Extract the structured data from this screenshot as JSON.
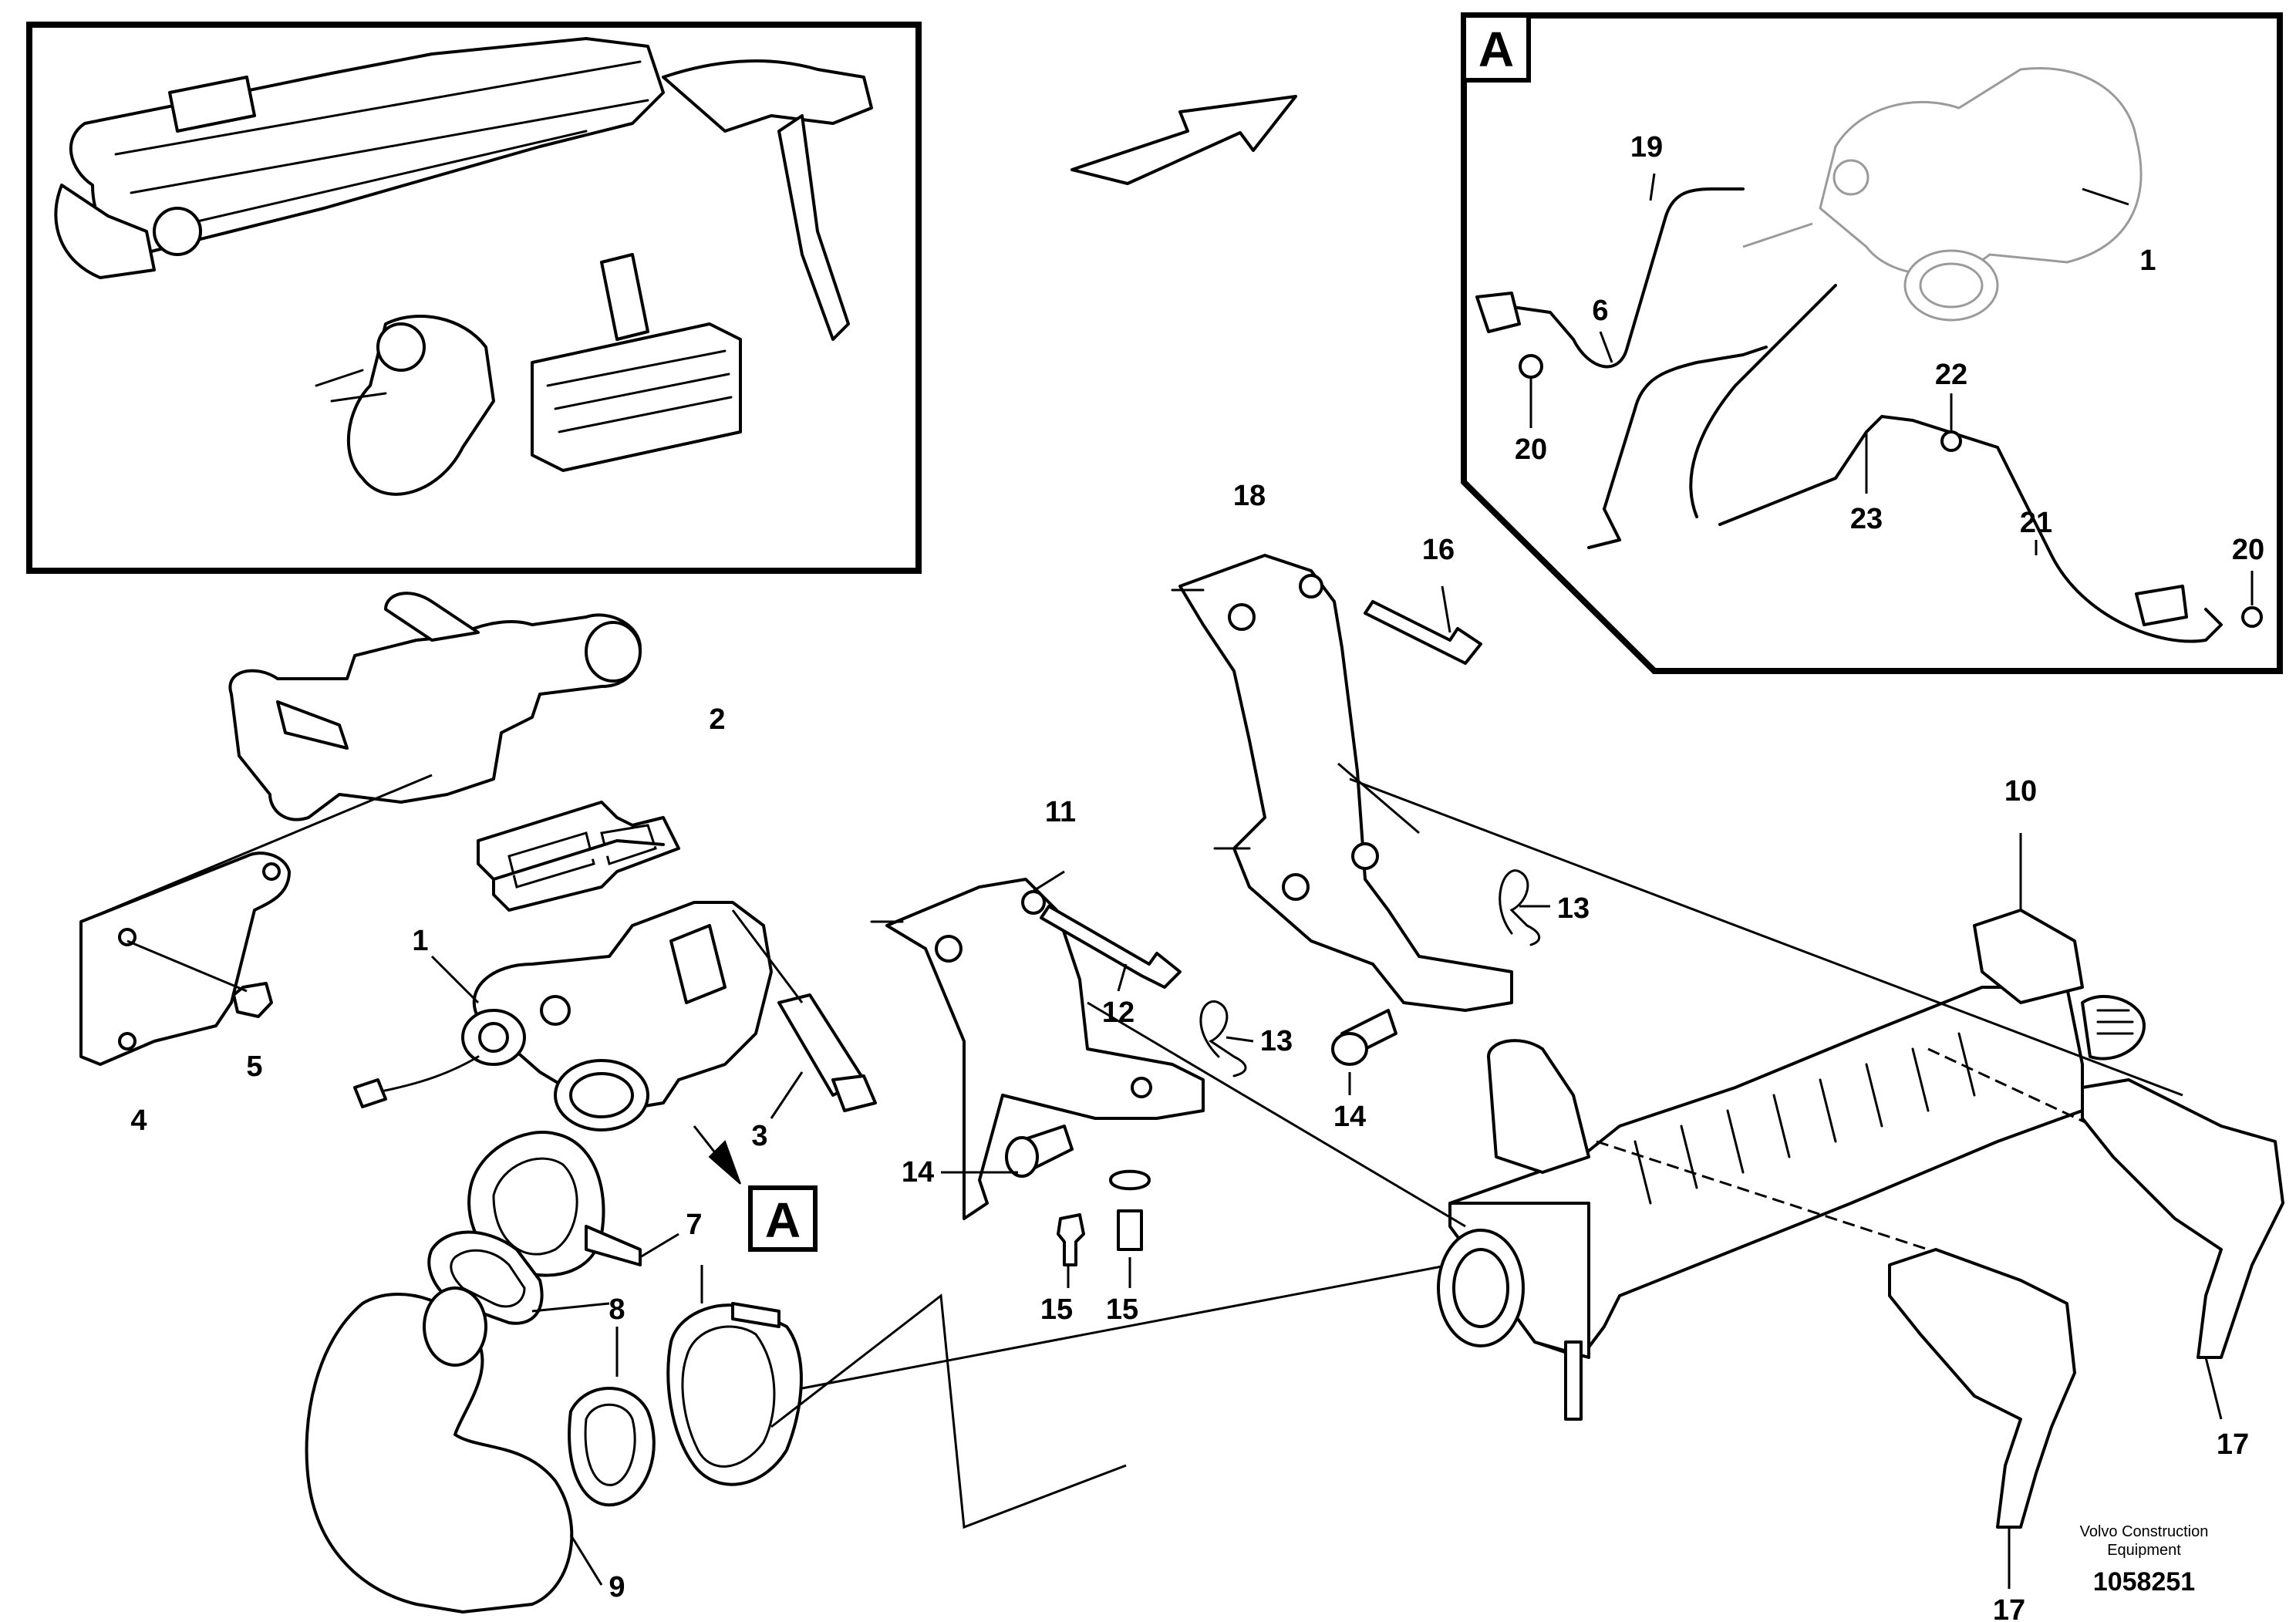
{
  "diagram": {
    "view_letter": "A",
    "callouts": {
      "c1_main": "1",
      "c2": "2",
      "c3": "3",
      "c4": "4",
      "c5": "5",
      "c6": "6",
      "c7": "7",
      "c8": "8",
      "c9": "9",
      "c10": "10",
      "c11": "11",
      "c12": "12",
      "c13_a": "13",
      "c13_b": "13",
      "c14_a": "14",
      "c14_b": "14",
      "c15_a": "15",
      "c15_b": "15",
      "c16": "16",
      "c17_a": "17",
      "c17_b": "17",
      "c18": "18",
      "c19": "19",
      "c20_a": "20",
      "c20_b": "20",
      "c21": "21",
      "c22": "22",
      "c23": "23",
      "c1_detail": "1"
    },
    "footer": {
      "brand_line1": "Volvo Construction",
      "brand_line2": "Equipment",
      "doc_number": "1058251"
    }
  }
}
